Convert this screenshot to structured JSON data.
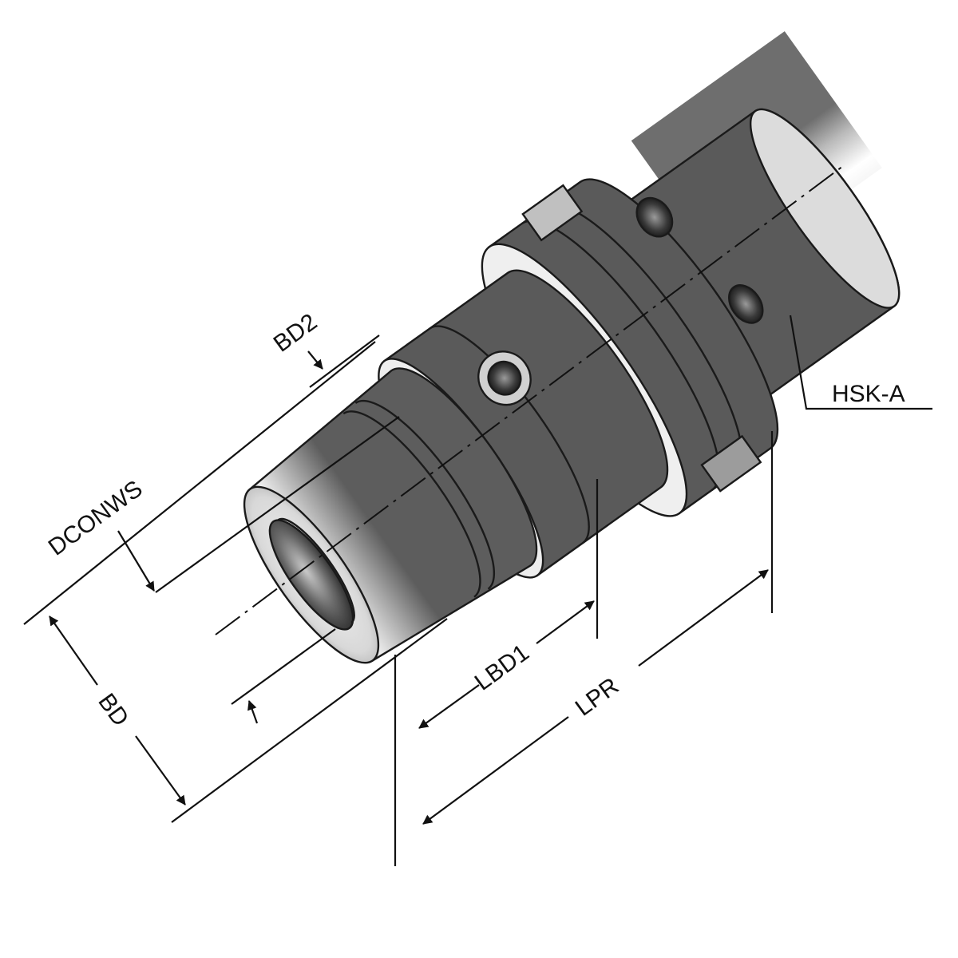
{
  "labels": {
    "bd2": "BD2",
    "dconws": "DCONWS",
    "bd": "BD",
    "lbd1": "LBD1",
    "lpr": "LPR",
    "hsk": "HSK-A"
  },
  "colors": {
    "ink": "#1a1a1a",
    "metal_light": "#f7f7f7",
    "metal_mid": "#cfcfcf",
    "metal_dark": "#8a8a8a",
    "bore_dark": "#3a3a3a",
    "background": "#ffffff"
  }
}
